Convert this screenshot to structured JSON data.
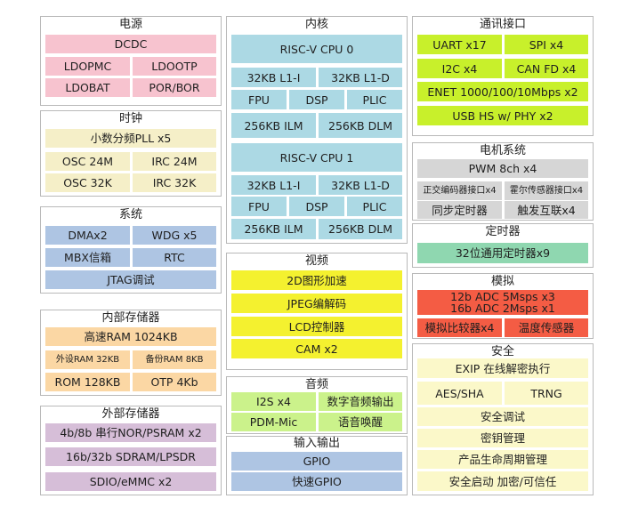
{
  "power": {
    "title": "电源",
    "dcdc": "DCDC",
    "ldopmc": "LDOPMC",
    "ldootp": "LDOOTP",
    "ldobat": "LDOBAT",
    "porbor": "POR/BOR"
  },
  "clock": {
    "title": "时钟",
    "pll": "小数分频PLL x5",
    "osc24": "OSC 24M",
    "irc24": "IRC 24M",
    "osc32": "OSC 32K",
    "irc32": "IRC 32K"
  },
  "system": {
    "title": "系统",
    "dma": "DMAx2",
    "wdg": "WDG x5",
    "mbx": "MBX信箱",
    "rtc": "RTC",
    "jtag": "JTAG调试"
  },
  "internal_mem": {
    "title": "内部存储器",
    "ram": "高速RAM 1024KB",
    "ext_ram": "外设RAM 32KB",
    "backup_ram": "备份RAM 8KB",
    "rom": "ROM 128KB",
    "otp": "OTP 4Kb"
  },
  "external_mem": {
    "title": "外部存储器",
    "nor": "4b/8b 串行NOR/PSRAM x2",
    "sdram": "16b/32b SDRAM/LPSDR",
    "sdio": "SDIO/eMMC x2"
  },
  "core": {
    "title": "内核",
    "cpu0": {
      "name": "RISC-V CPU 0",
      "l1i": "32KB L1-I",
      "l1d": "32KB L1-D",
      "fpu": "FPU",
      "dsp": "DSP",
      "plic": "PLIC",
      "ilm": "256KB ILM",
      "dlm": "256KB DLM"
    },
    "cpu1": {
      "name": "RISC-V CPU 1",
      "l1i": "32KB L1-I",
      "l1d": "32KB L1-D",
      "fpu": "FPU",
      "dsp": "DSP",
      "plic": "PLIC",
      "ilm": "256KB ILM",
      "dlm": "256KB DLM"
    }
  },
  "video": {
    "title": "视频",
    "g2d": "2D图形加速",
    "jpeg": "JPEG编解码",
    "lcd": "LCD控制器",
    "cam": "CAM x2"
  },
  "audio": {
    "title": "音频",
    "i2s": "I2S x4",
    "spdif": "数字音频输出",
    "pdm": "PDM-Mic",
    "wake": "语音唤醒"
  },
  "io": {
    "title": "输入输出",
    "gpio": "GPIO",
    "fgpio": "快速GPIO"
  },
  "comm": {
    "title": "通讯接口",
    "uart": "UART x17",
    "spi": "SPI x4",
    "i2c": "I2C x4",
    "can": "CAN FD x4",
    "enet": "ENET 1000/100/10Mbps x2",
    "usb": "USB HS w/ PHY x2"
  },
  "motor": {
    "title": "电机系统",
    "pwm": "PWM 8ch x4",
    "qei": "正交编码器接口x4",
    "hall": "霍尔传感器接口x4",
    "sync": "同步定时器",
    "trig": "触发互联x4"
  },
  "timer": {
    "title": "定时器",
    "gpt": "32位通用定时器x9"
  },
  "analog": {
    "title": "模拟",
    "adc1": "12b ADC 5Msps x3",
    "adc2": "16b ADC 2Msps x1",
    "cmp": "模拟比较器x4",
    "temp": "温度传感器"
  },
  "security": {
    "title": "安全",
    "exip": "EXIP 在线解密执行",
    "aes": "AES/SHA",
    "trng": "TRNG",
    "debug": "安全调试",
    "key": "密钥管理",
    "lifecycle": "产品生命周期管理",
    "boot": "安全启动 加密/可信任"
  }
}
